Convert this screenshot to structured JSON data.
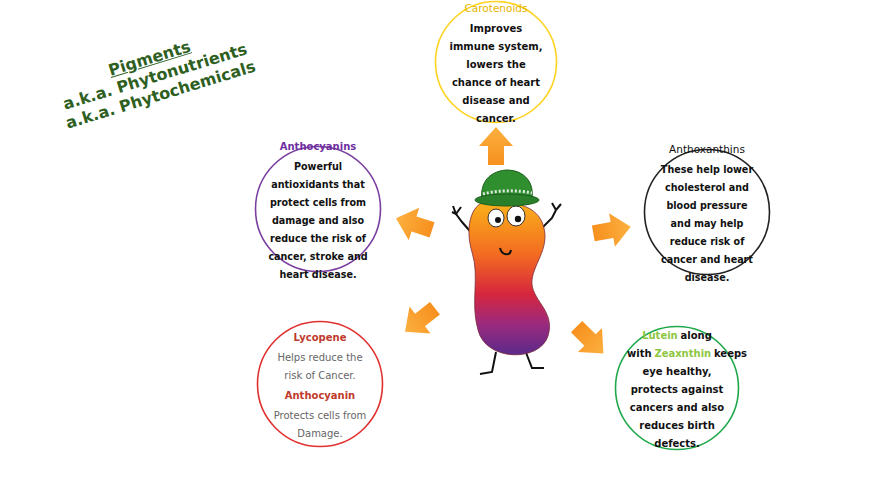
{
  "diagram": {
    "title": "Pigments",
    "nodes": [
      {
        "text": [
          "Carotenoids",
          "Improves immune system, lowers the chance of heart disease and cancer."
        ]
      },
      {
        "text": [
          "Anthocyanins",
          "Powerful antioxidants that protect cells from damage and also reduce the risk of cancer, stroke and heart disease."
        ]
      },
      {
        "text": [
          "Anthoxanthins",
          "These help lower cholesterol and blood pressure and may help reduce risk of cancer and heart disease."
        ]
      },
      {
        "text": [
          "Lycopene",
          "Helps reduce the risk of Cancer.",
          "Anthocyanin",
          "Protects cells from Damage."
        ]
      },
      {
        "text": [
          "Lutein",
          "along with",
          "Zeaxnthin",
          "keeps eye healthy, protects against cancers and also reduces birth defects."
        ]
      }
    ],
    "labels": [
      "a.k.a. Phytonutrients",
      "a.k.a. Phytochemicals"
    ]
  }
}
